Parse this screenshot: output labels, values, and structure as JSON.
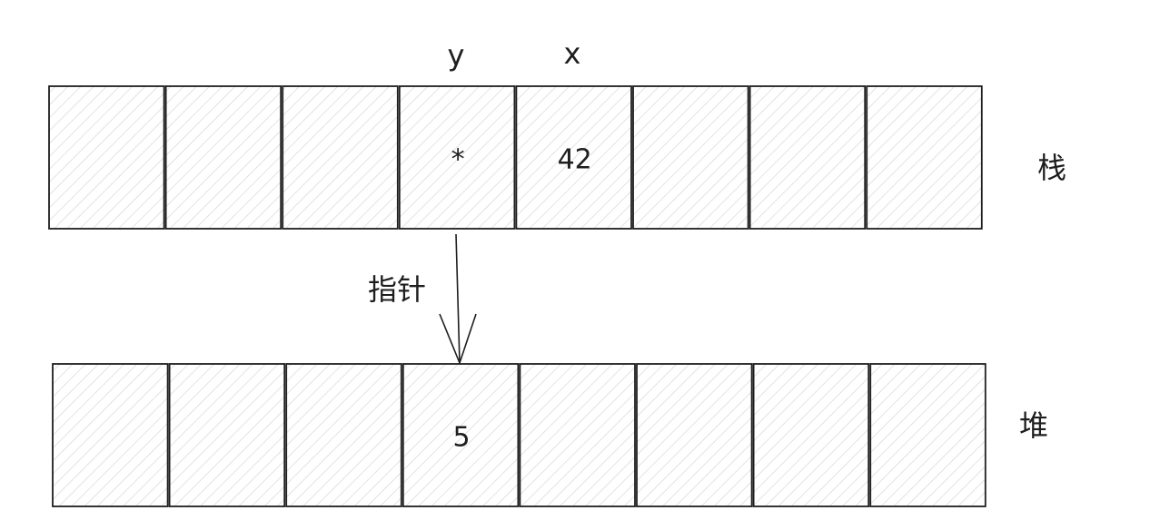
{
  "stack": {
    "label": "栈",
    "cells": [
      "",
      "",
      "",
      "*",
      "42",
      "",
      "",
      ""
    ],
    "var_labels": [
      {
        "cell": 3,
        "text": "y"
      },
      {
        "cell": 4,
        "text": "x"
      }
    ]
  },
  "heap": {
    "label": "堆",
    "cells": [
      "",
      "",
      "",
      "5",
      "",
      "",
      "",
      ""
    ]
  },
  "pointer": {
    "label": "指针",
    "from_cell": 3,
    "to_cell": 3
  },
  "colors": {
    "stroke": "#1e1e1e",
    "hatch": "#d0d0d0",
    "fill": "#ffffff"
  }
}
